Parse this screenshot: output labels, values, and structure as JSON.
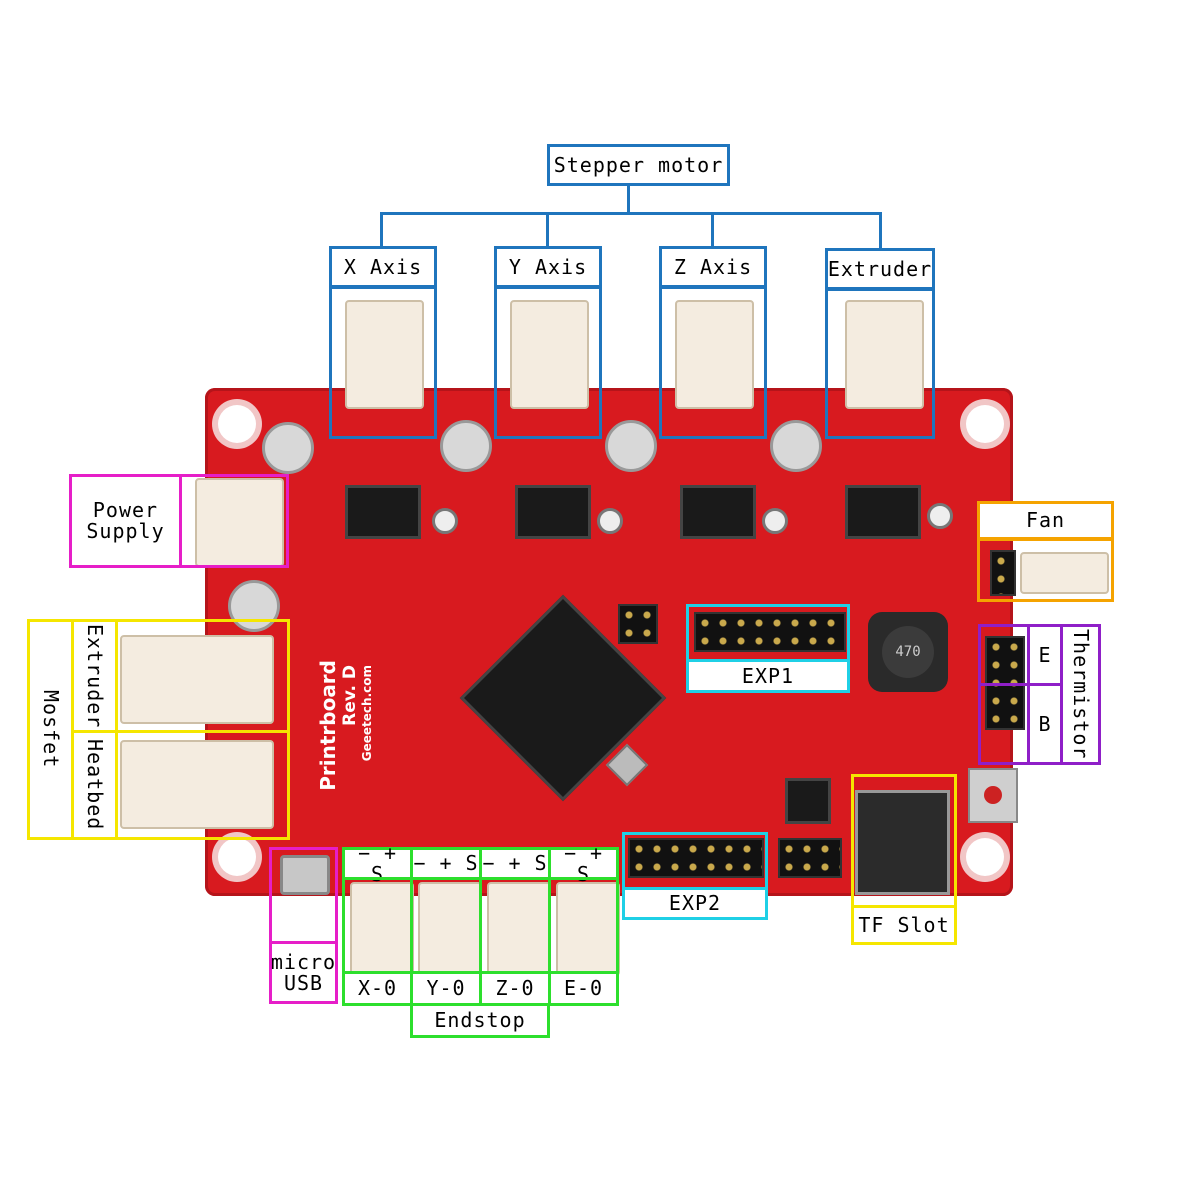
{
  "title": "Stepper motor",
  "stepper": [
    "X Axis",
    "Y Axis",
    "Z Axis",
    "Extruder"
  ],
  "power_supply": "Power\nSupply",
  "fan": "Fan",
  "mosfet": {
    "group": "Mosfet",
    "extruder": "Extruder",
    "heatbed": "Heatbed"
  },
  "thermistor": {
    "group": "Thermistor",
    "e": "E",
    "b": "B"
  },
  "exp1": "EXP1",
  "exp2": "EXP2",
  "tf_slot": "TF Slot",
  "micro_usb": "micro\nUSB",
  "endstop": {
    "group": "Endstop",
    "pins": [
      "− + S",
      "− + S",
      "− + S",
      "− + S"
    ],
    "names": [
      "X-0",
      "Y-0",
      "Z-0",
      "E-0"
    ]
  },
  "board_silk": {
    "name": "Printrboard",
    "rev": "Rev. D",
    "site": "Geeetech.com",
    "coil": "470"
  },
  "colors": {
    "board": "#d81a1f",
    "stepper": "#1f75bd",
    "power": "#e61ec8",
    "mosfet": "#f5e600",
    "fan": "#f5a300",
    "exp": "#1fd0e6",
    "thermistor": "#8f1fc8",
    "endstop": "#2ddf2d"
  }
}
